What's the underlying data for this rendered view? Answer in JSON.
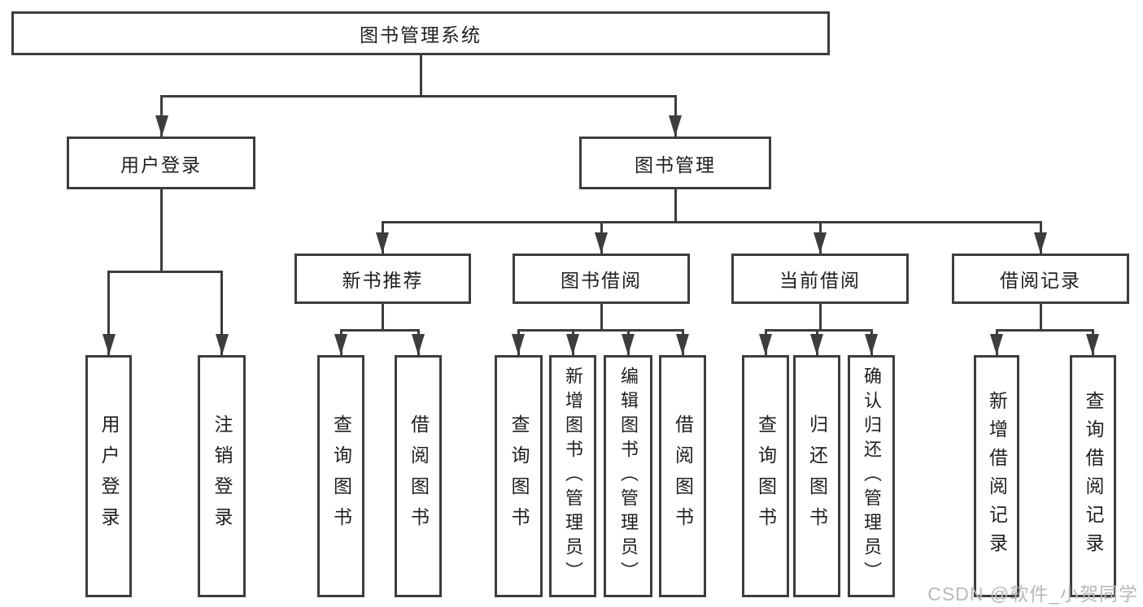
{
  "colors": {
    "line": "#3d3d3d",
    "text": "#1f1f1f",
    "box_fill": "#ffffff",
    "background": "#ffffff",
    "watermark": "#b9b9b9"
  },
  "diagram": {
    "root": {
      "label": "图书管理系统"
    },
    "level2": [
      {
        "label": "用户登录"
      },
      {
        "label": "图书管理"
      }
    ],
    "level3": [
      {
        "label": "新书推荐"
      },
      {
        "label": "图书借阅"
      },
      {
        "label": "当前借阅"
      },
      {
        "label": "借阅记录"
      }
    ],
    "leaves": [
      {
        "label": "用户登录"
      },
      {
        "label": "注销登录"
      },
      {
        "label": "查询图书"
      },
      {
        "label": "借阅图书"
      },
      {
        "label": "查询图书"
      },
      {
        "label": "新增图书（管理员）"
      },
      {
        "label": "编辑图书（管理员）"
      },
      {
        "label": "借阅图书"
      },
      {
        "label": "查询图书"
      },
      {
        "label": "归还图书"
      },
      {
        "label": "确认归还（管理员）"
      },
      {
        "label": "新增借阅记录"
      },
      {
        "label": "查询借阅记录"
      }
    ]
  },
  "watermark": {
    "text": "CSDN @软件_小贺同学"
  }
}
